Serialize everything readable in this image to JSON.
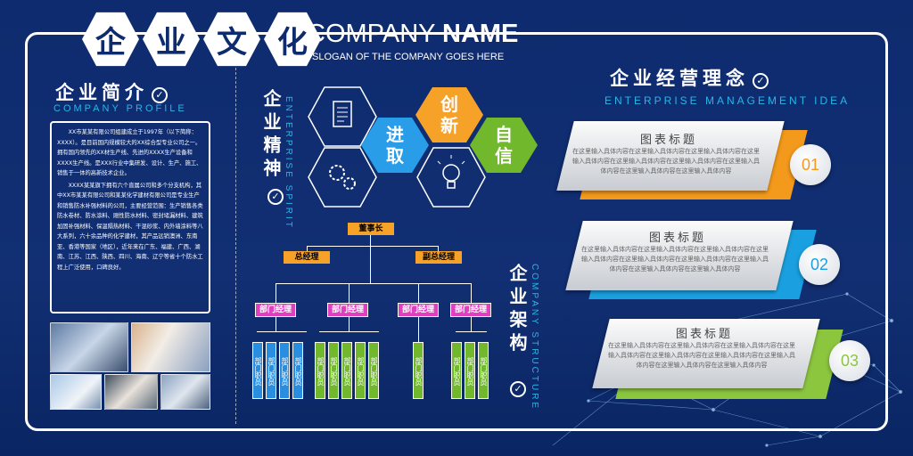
{
  "header": {
    "title_chars": [
      "企",
      "业",
      "文",
      "化"
    ],
    "company_light": "COMPANY ",
    "company_bold": "NAME",
    "slogan": "SLOGAN OF THE COMPANY GOES HERE"
  },
  "profile": {
    "title": "企业简介",
    "subtitle": "COMPANY PROFILE",
    "para1": "XX市某某有限公司组建成立于1997年（以下简称：XXXX）。是目前国内规模较大的XX综合型专业公司之一。拥有国内领先的XX材生产线、先进的XXXX生产设备和XXXX生产线。是XXX行业中集研发、设计、生产、施工、销售于一体的高新技术企业。",
    "para2": "XXXX某某旗下拥有六个直属公司和多个分支机构，其中XX市某某有限公司和某某化学建材有限公司是专业生产和销售防水补强材料的公司，主要经营范围：生产销售各类防水卷材、防水涂料、刚性防水材料、密封堵漏材料、建筑加固补强材料、保温隔热材料、干混砂浆、内外墙涂料等八大系列，六十余品种的化学建材，其产品远销澳洲、东南亚、香港等国家（地区），近年来在广东、福建、广西、湖南、江苏、江西、陕西、四川、海南、辽宁等省十个防水工程上广泛使用，口碑良好。"
  },
  "spirit": {
    "title": "企业精神",
    "subtitle": "ENTERPRISE SPIRIT",
    "words": [
      "进取",
      "创新",
      "自信"
    ],
    "colors": {
      "jinqu": "#2a9de8",
      "chuangxin": "#f6a229",
      "zixin": "#72b82c"
    }
  },
  "structure": {
    "title": "企业架构",
    "subtitle": "COMPANY STRUCTURE",
    "chairman": "董事长",
    "gm": [
      "总经理",
      "副总经理"
    ],
    "dept": "部门经理",
    "staff": "部门职员"
  },
  "idea": {
    "title": "企业经营理念",
    "subtitle": "ENTERPRISE MANAGEMENT IDEA",
    "cards": [
      {
        "title": "图表标题",
        "body": "在这里输入具体内容在这里输入具体内容在这里输入具体内容在这里输入具体内容在这里输入具体内容在这里输入具体内容在这里输入具体内容在这里输入具体内容在这里输入具体内容",
        "num": "01",
        "accent": "#f39a1c"
      },
      {
        "title": "图表标题",
        "body": "在这里输入具体内容在这里输入具体内容在这里输入具体内容在这里输入具体内容在这里输入具体内容在这里输入具体内容在这里输入具体内容在这里输入具体内容在这里输入具体内容",
        "num": "02",
        "accent": "#1aa0e0"
      },
      {
        "title": "图表标题",
        "body": "在这里输入具体内容在这里输入具体内容在这里输入具体内容在这里输入具体内容在这里输入具体内容在这里输入具体内容在这里输入具体内容在这里输入具体内容在这里输入具体内容",
        "num": "03",
        "accent": "#8cc63f"
      }
    ]
  }
}
